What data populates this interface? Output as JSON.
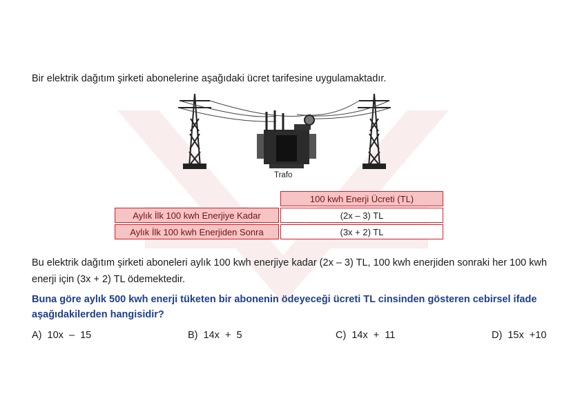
{
  "intro": "Bir elektrik dağıtım şirketi abonelerine aşağıdaki ücret tarifesine uygulamaktadır.",
  "figure": {
    "transformer_label": "Trafo"
  },
  "tariff_table": {
    "column_header": "100 kwh Enerji Ücreti (TL)",
    "rows": [
      {
        "label": "Aylık İlk 100 kwh Enerjiye Kadar",
        "value": "(2x – 3) TL"
      },
      {
        "label": "Aylık İlk 100 kwh Enerjiden Sonra",
        "value": "(3x + 2) TL"
      }
    ]
  },
  "description": "Bu elektrik dağıtım şirketi aboneleri aylık 100 kwh enerjiye kadar (2x – 3) TL, 100 kwh enerjiden sonraki her 100 kwh enerji için (3x + 2) TL ödemektedir.",
  "question": "Buna göre aylık 500 kwh enerji tüketen bir abonenin ödeyeceği ücreti TL cinsinden gösteren cebirsel ifade aşağıdakilerden hangisidir?",
  "options": [
    {
      "label": "A)  10x  –  15"
    },
    {
      "label": "B)  14x  +  5"
    },
    {
      "label": "C)  14x  +  11"
    },
    {
      "label": "D)  15x  +10"
    }
  ],
  "colors": {
    "table_border": "#d0202b",
    "table_header_fill": "#f6c4c4",
    "question_text": "#1f3e8c"
  }
}
